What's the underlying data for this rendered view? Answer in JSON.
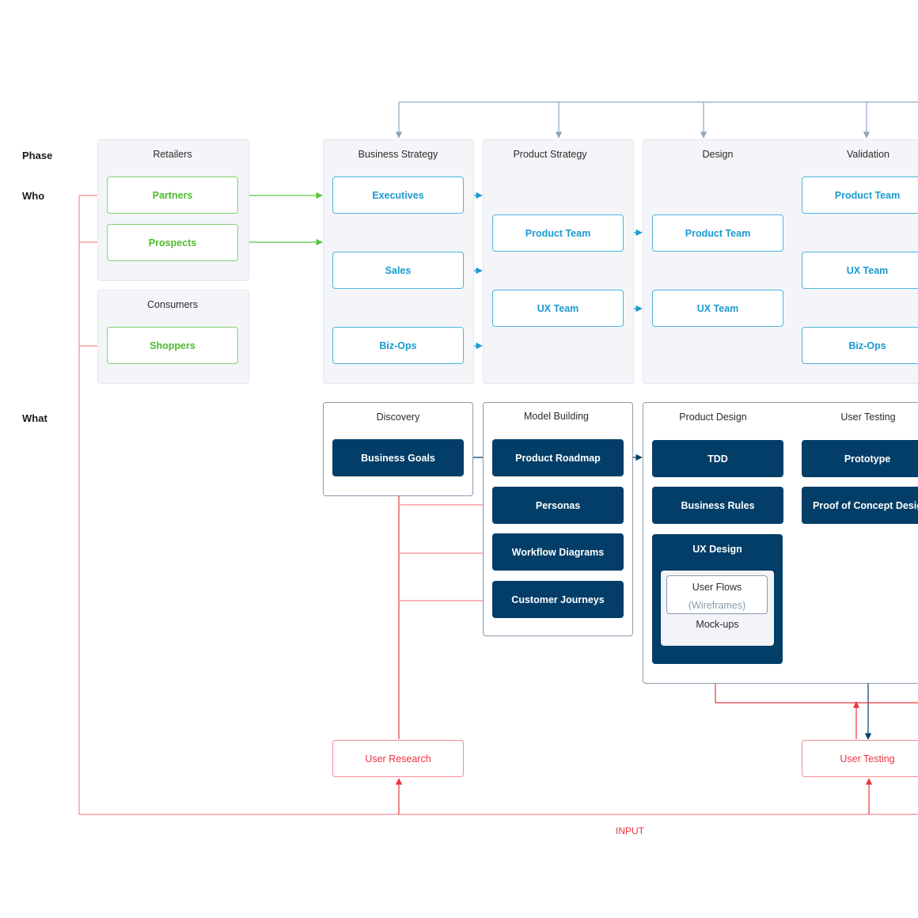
{
  "row_labels": {
    "phase": "Phase",
    "who": "Who",
    "what": "What"
  },
  "who": {
    "retailers": {
      "title": "Retailers",
      "items": [
        "Partners",
        "Prospects"
      ]
    },
    "consumers": {
      "title": "Consumers",
      "items": [
        "Shoppers"
      ]
    },
    "business_strategy": {
      "title": "Business Strategy",
      "items": [
        "Executives",
        "Sales",
        "Biz-Ops"
      ]
    },
    "product_strategy": {
      "title": "Product Strategy",
      "items": [
        "Product Team",
        "UX Team"
      ]
    },
    "design": {
      "title": "Design",
      "items": [
        "Product Team",
        "UX Team"
      ]
    },
    "validation": {
      "title": "Validation",
      "items": [
        "Product Team",
        "UX Team",
        "Biz-Ops"
      ]
    }
  },
  "what": {
    "discovery": {
      "title": "Discovery",
      "items": [
        "Business Goals"
      ]
    },
    "model_building": {
      "title": "Model Building",
      "items": [
        "Product Roadmap",
        "Personas",
        "Workflow Diagrams",
        "Customer Journeys"
      ]
    },
    "product_design": {
      "title": "Product Design",
      "items": [
        "TDD",
        "Business Rules"
      ],
      "ux_design": {
        "title": "UX Design",
        "user_flows": "User Flows",
        "wireframes": "(Wireframes)",
        "mockups": "Mock-ups"
      }
    },
    "user_testing": {
      "title": "User Testing",
      "items": [
        "Prototype",
        "Proof of Concept Design"
      ]
    }
  },
  "inputs": {
    "user_research": "User Research",
    "user_testing": "User Testing",
    "input_label": "INPUT"
  },
  "colors": {
    "green": "#4cbb2c",
    "blue": "#1a9ad1",
    "navy": "#023e67",
    "red": "#ee3340",
    "panel": "#f3f5f8",
    "connector_gray": "#8fa6bf"
  }
}
